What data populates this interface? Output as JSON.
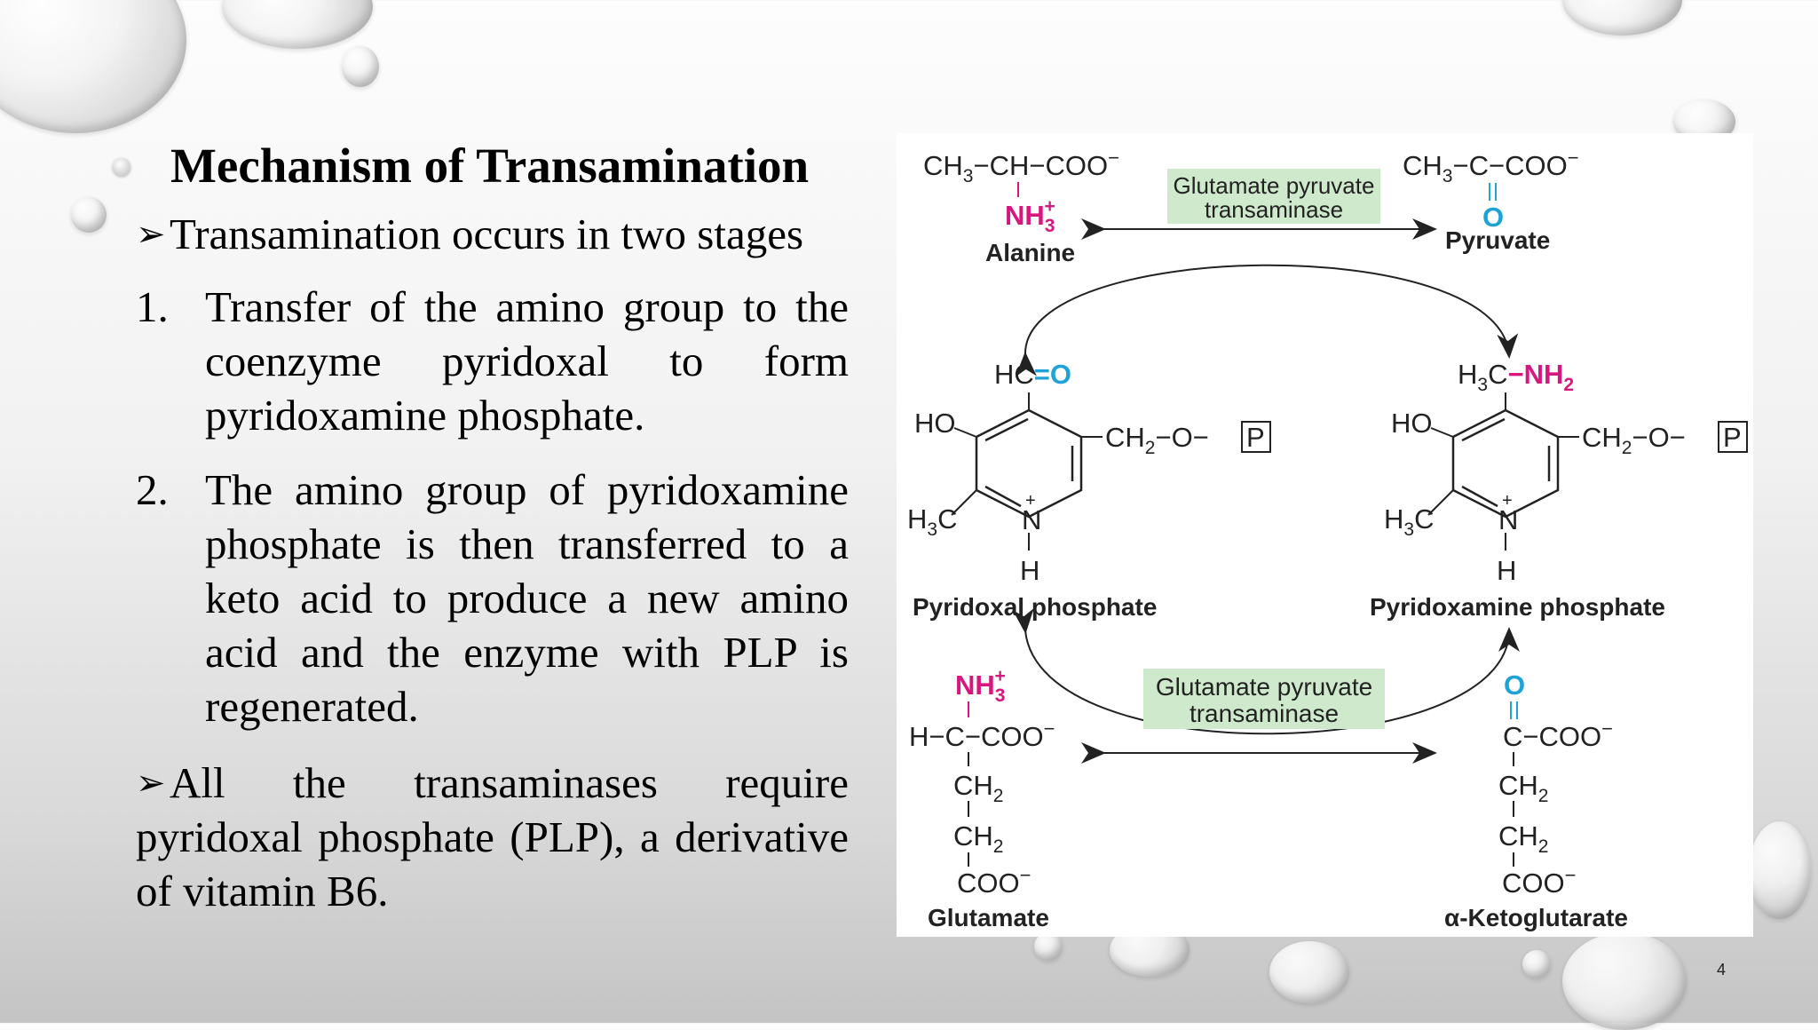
{
  "slide": {
    "title": "Mechanism of Transamination",
    "line1": "Transamination occurs in two stages",
    "item1_num": "1.",
    "item1_text": "Transfer of the amino group to the coenzyme pyridoxal to form pyridoxamine phosphate.",
    "item2_num": "2.",
    "item2_text": "The amino group of pyridoxamine phosphate is then transferred to a keto acid to produce a new amino acid and the enzyme with PLP is regenerated.",
    "line_last": "All the transaminases require pyridoxal phosphate (PLP), a derivative of vitamin B6.",
    "page_number": "4"
  },
  "diagram": {
    "enzyme_top_1": "Glutamate pyruvate",
    "enzyme_top_2": "transaminase",
    "enzyme_bottom_1": "Glutamate pyruvate",
    "enzyme_bottom_2": "transaminase",
    "alanine": "Alanine",
    "pyruvate": "Pyruvate",
    "pyridoxal_phosphate": "Pyridoxal phosphate",
    "pyridoxamine_phosphate": "Pyridoxamine phosphate",
    "glutamate": "Glutamate",
    "ketoglutarate": "α-Ketoglutarate",
    "colors": {
      "amine": "#d6177f",
      "keto": "#1fa3d6",
      "enzyme_box": "#cfe9cc"
    }
  }
}
